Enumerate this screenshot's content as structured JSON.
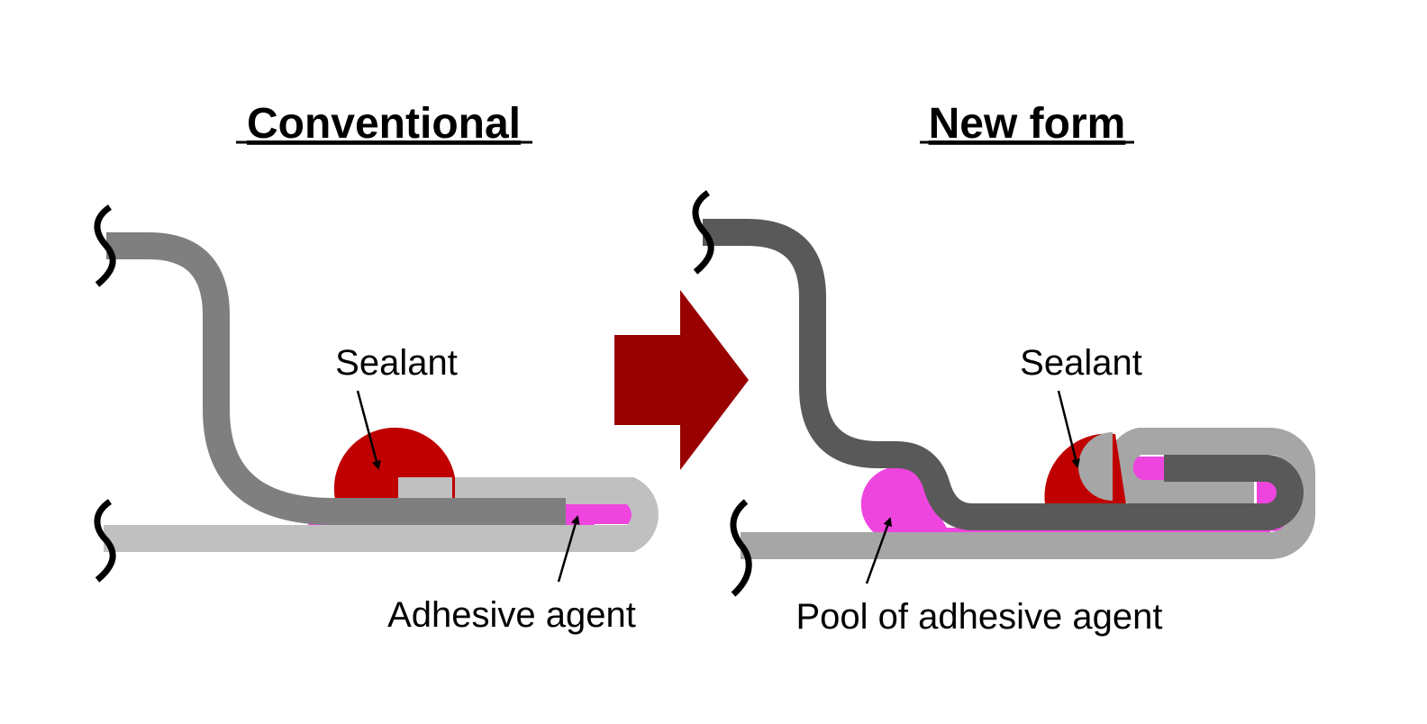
{
  "panels": {
    "left": {
      "title": "Conventional",
      "sealant_label": "Sealant",
      "adhesive_label": "Adhesive agent"
    },
    "right": {
      "title": "New form",
      "sealant_label": "Sealant",
      "adhesive_label": "Pool of adhesive agent"
    }
  },
  "colors": {
    "outer_panel_conventional": "#c0c0c0",
    "inner_panel_conventional": "#7f7f7f",
    "outer_panel_new": "#a6a6a6",
    "inner_panel_new": "#595959",
    "sealant": "#c00000",
    "adhesive": "#ef45df",
    "arrow": "#990000",
    "break_mark": "#000000"
  },
  "icons": [
    "break-mark-icon",
    "right-arrow-icon"
  ]
}
